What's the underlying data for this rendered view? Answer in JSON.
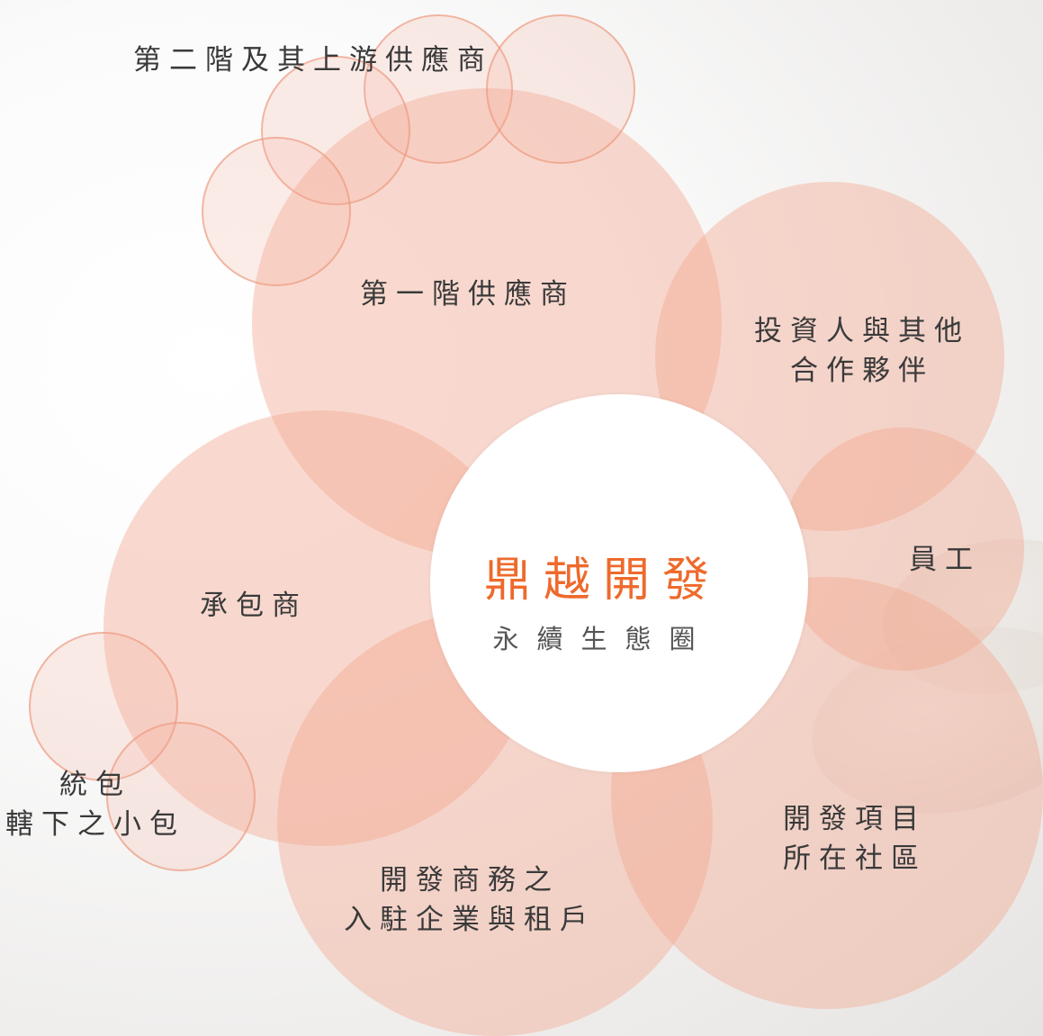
{
  "center": {
    "title": "鼎越開發",
    "subtitle": "永續生態圈"
  },
  "stakeholders": {
    "tier2_suppliers": "第二階及其上游供應商",
    "tier1_suppliers": "第一階供應商",
    "investors": [
      "投資人與其他",
      "合作夥伴"
    ],
    "employees": "員工",
    "contractors": "承包商",
    "subcontractors": [
      "統包",
      "轄下之小包"
    ],
    "tenants": [
      "開發商務之",
      "入駐企業與租戶"
    ],
    "community": [
      "開發項目",
      "所在社區"
    ]
  },
  "colors": {
    "accent": "#ee6a2c",
    "circle_fill": "#f2a690",
    "circle_stroke": "#ec967d",
    "text": "#3a3a3a"
  }
}
